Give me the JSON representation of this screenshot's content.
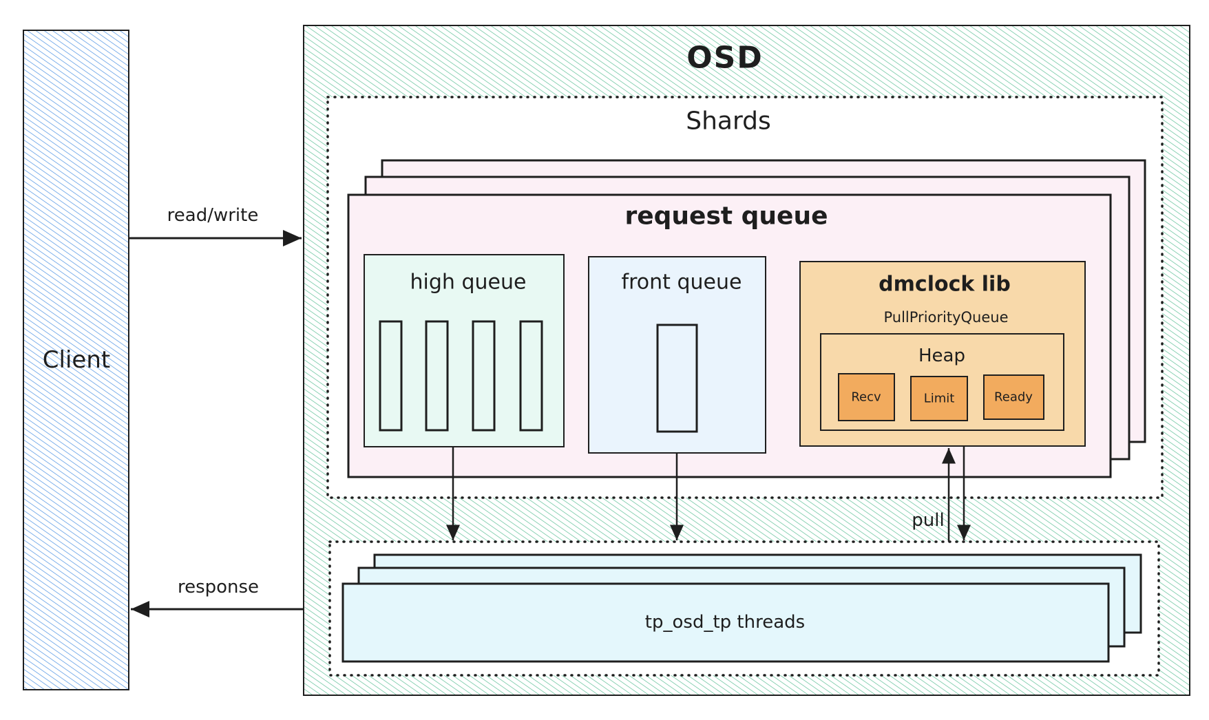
{
  "diagram": {
    "client": {
      "label": "Client"
    },
    "osd": {
      "label": "OSD",
      "shards": {
        "label": "Shards",
        "request_queue": {
          "label": "request queue",
          "stack_count": 3,
          "high_queue": {
            "label": "high queue",
            "slots": 4
          },
          "front_queue": {
            "label": "front queue",
            "slots": 1
          },
          "dmclock_lib": {
            "label": "dmclock lib",
            "sublabel": "PullPriorityQueue",
            "heap": {
              "label": "Heap",
              "items": [
                "Recv",
                "Limit",
                "Ready"
              ]
            }
          }
        }
      },
      "threads": {
        "label": "tp_osd_tp threads",
        "stack_count": 3
      }
    },
    "edges": {
      "read_write": "read/write",
      "response": "response",
      "pull": "pull"
    },
    "colors": {
      "client_hatch": "#4a90e2",
      "osd_hatch": "#5cbf96",
      "request_queue_fill": "#fcf0f6",
      "high_queue_fill": "#e8f9f3",
      "front_queue_fill": "#eaf4fd",
      "dmclock_fill": "#f8d9aa",
      "heap_item_fill": "#f2ab5e",
      "threads_fill": "#e4f7fc",
      "stroke": "#1e1e1e"
    }
  }
}
